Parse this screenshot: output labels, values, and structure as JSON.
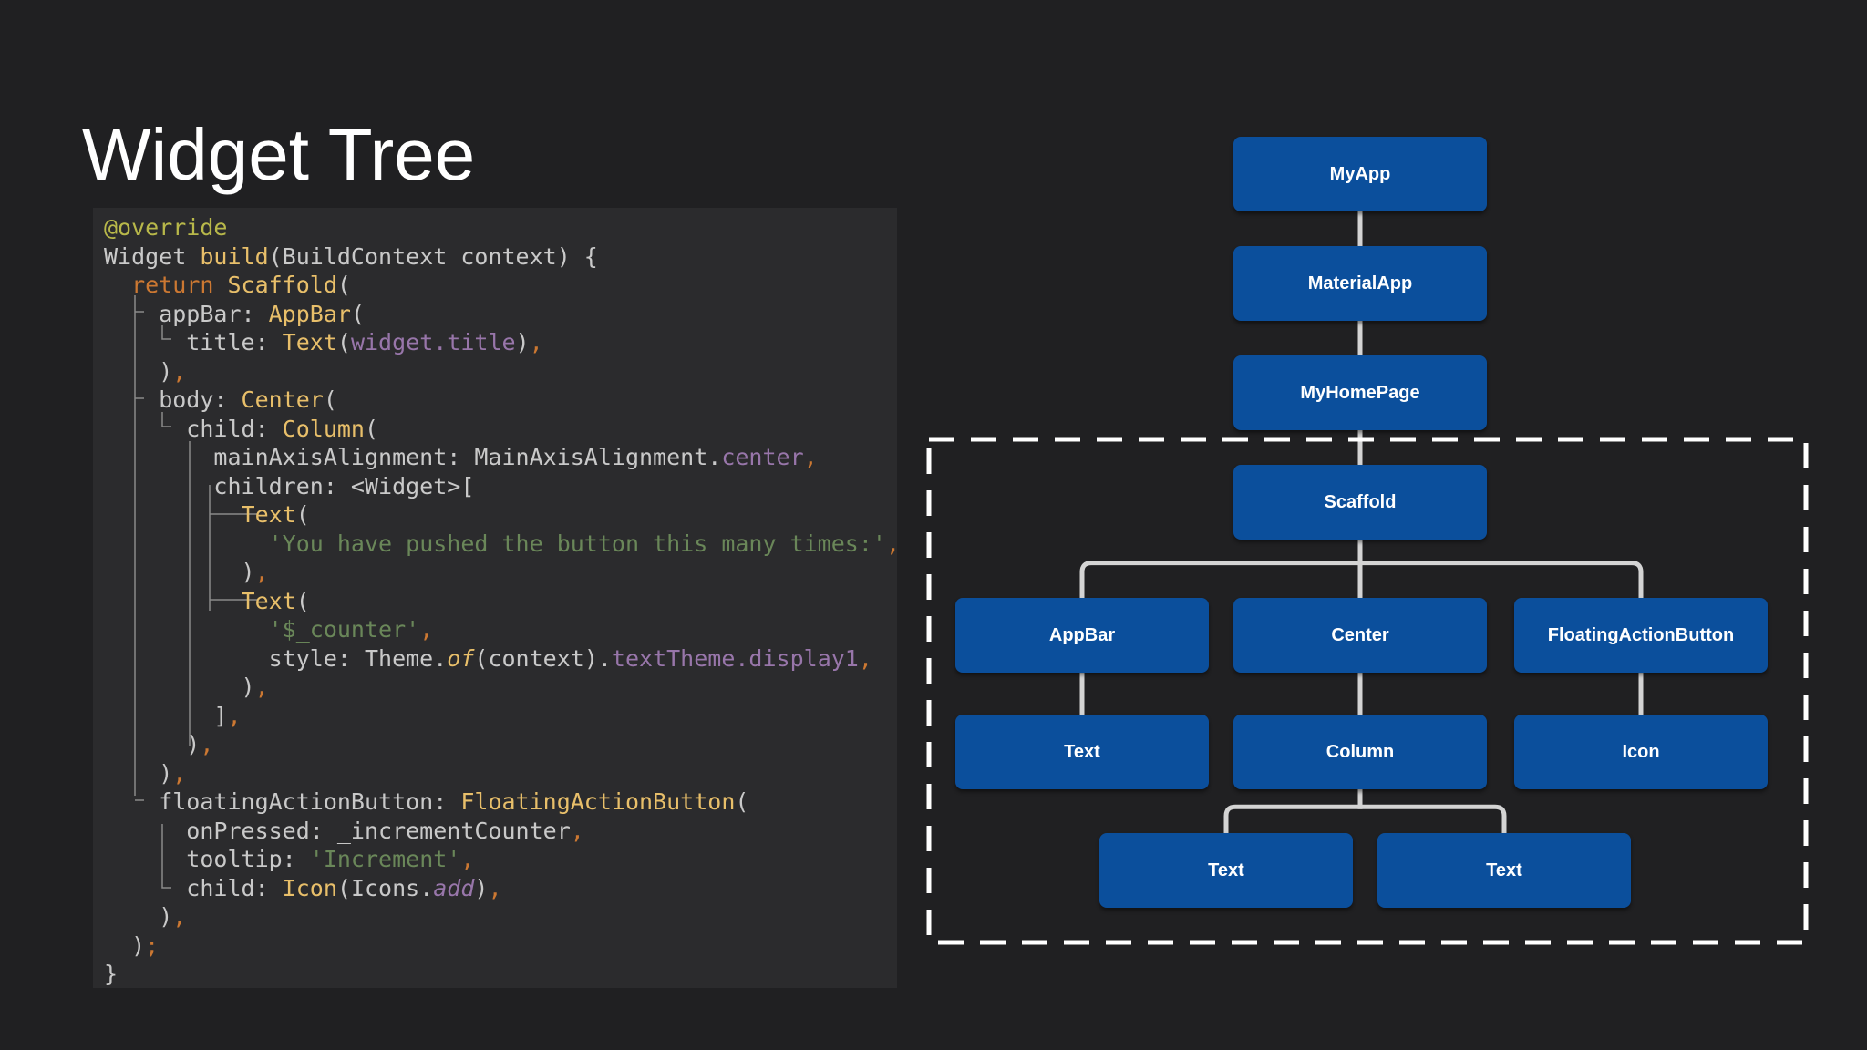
{
  "title": "Widget Tree",
  "colors": {
    "background": "#202022",
    "code_background": "#2b2b2d",
    "node_fill": "#0b4f9c",
    "connector": "#d4d4d4",
    "dashed_border": "#ffffff"
  },
  "code": {
    "lines": [
      [
        [
          "ann",
          "@override"
        ]
      ],
      [
        [
          "def",
          "Widget "
        ],
        [
          "cls",
          "build"
        ],
        [
          "def",
          "(BuildContext context) {"
        ]
      ],
      [
        [
          "def",
          "  "
        ],
        [
          "kw",
          "return "
        ],
        [
          "cls",
          "Scaffold"
        ],
        [
          "def",
          "("
        ]
      ],
      [
        [
          "def",
          "    appBar: "
        ],
        [
          "cls",
          "AppBar"
        ],
        [
          "def",
          "("
        ]
      ],
      [
        [
          "def",
          "      title: "
        ],
        [
          "cls",
          "Text"
        ],
        [
          "def",
          "("
        ],
        [
          "prop",
          "widget.title"
        ],
        [
          "def",
          ")"
        ],
        [
          "pun",
          ","
        ]
      ],
      [
        [
          "def",
          "    )"
        ],
        [
          "pun",
          ","
        ]
      ],
      [
        [
          "def",
          "    body: "
        ],
        [
          "cls",
          "Center"
        ],
        [
          "def",
          "("
        ]
      ],
      [
        [
          "def",
          "      child: "
        ],
        [
          "cls",
          "Column"
        ],
        [
          "def",
          "("
        ]
      ],
      [
        [
          "def",
          "        mainAxisAlignment: MainAxisAlignment."
        ],
        [
          "prop",
          "center"
        ],
        [
          "pun",
          ","
        ]
      ],
      [
        [
          "def",
          "        children: <Widget>["
        ]
      ],
      [
        [
          "def",
          "          "
        ],
        [
          "cls",
          "Text"
        ],
        [
          "def",
          "("
        ]
      ],
      [
        [
          "def",
          "            "
        ],
        [
          "str",
          "'You have pushed the button this many times:'"
        ],
        [
          "pun",
          ","
        ]
      ],
      [
        [
          "def",
          "          )"
        ],
        [
          "pun",
          ","
        ]
      ],
      [
        [
          "def",
          "          "
        ],
        [
          "cls",
          "Text"
        ],
        [
          "def",
          "("
        ]
      ],
      [
        [
          "def",
          "            "
        ],
        [
          "str",
          "'$_counter'"
        ],
        [
          "pun",
          ","
        ]
      ],
      [
        [
          "def",
          "            style: Theme."
        ],
        [
          "ital",
          "of"
        ],
        [
          "def",
          "(context)."
        ],
        [
          "prop",
          "textTheme.display1"
        ],
        [
          "pun",
          ","
        ]
      ],
      [
        [
          "def",
          "          )"
        ],
        [
          "pun",
          ","
        ]
      ],
      [
        [
          "def",
          "        ]"
        ],
        [
          "pun",
          ","
        ]
      ],
      [
        [
          "def",
          "      )"
        ],
        [
          "pun",
          ","
        ]
      ],
      [
        [
          "def",
          "    )"
        ],
        [
          "pun",
          ","
        ]
      ],
      [
        [
          "def",
          "    floatingActionButton: "
        ],
        [
          "cls",
          "FloatingActionButton"
        ],
        [
          "def",
          "("
        ]
      ],
      [
        [
          "def",
          "      onPressed: _incrementCounter"
        ],
        [
          "pun",
          ","
        ]
      ],
      [
        [
          "def",
          "      tooltip: "
        ],
        [
          "str",
          "'Increment'"
        ],
        [
          "pun",
          ","
        ]
      ],
      [
        [
          "def",
          "      child: "
        ],
        [
          "cls",
          "Icon"
        ],
        [
          "def",
          "(Icons."
        ],
        [
          "ital2",
          "add"
        ],
        [
          "def",
          ")"
        ],
        [
          "pun",
          ","
        ]
      ],
      [
        [
          "def",
          "    )"
        ],
        [
          "pun",
          ","
        ]
      ],
      [
        [
          "def",
          "  )"
        ],
        [
          "pun",
          ";"
        ]
      ],
      [
        [
          "def",
          "}"
        ]
      ]
    ]
  },
  "tree": {
    "nodes": [
      {
        "id": "myapp",
        "label": "MyApp"
      },
      {
        "id": "materialapp",
        "label": "MaterialApp"
      },
      {
        "id": "myhomepage",
        "label": "MyHomePage"
      },
      {
        "id": "scaffold",
        "label": "Scaffold"
      },
      {
        "id": "appbar",
        "label": "AppBar"
      },
      {
        "id": "center",
        "label": "Center"
      },
      {
        "id": "fab",
        "label": "FloatingActionButton"
      },
      {
        "id": "appbar-text",
        "label": "Text"
      },
      {
        "id": "column",
        "label": "Column"
      },
      {
        "id": "icon",
        "label": "Icon"
      },
      {
        "id": "column-text-1",
        "label": "Text"
      },
      {
        "id": "column-text-2",
        "label": "Text"
      }
    ],
    "edges": [
      [
        "myapp",
        "materialapp"
      ],
      [
        "materialapp",
        "myhomepage"
      ],
      [
        "myhomepage",
        "scaffold"
      ],
      [
        "scaffold",
        "appbar"
      ],
      [
        "scaffold",
        "center"
      ],
      [
        "scaffold",
        "fab"
      ],
      [
        "appbar",
        "appbar-text"
      ],
      [
        "center",
        "column"
      ],
      [
        "fab",
        "icon"
      ],
      [
        "column",
        "column-text-1"
      ],
      [
        "column",
        "column-text-2"
      ]
    ]
  }
}
